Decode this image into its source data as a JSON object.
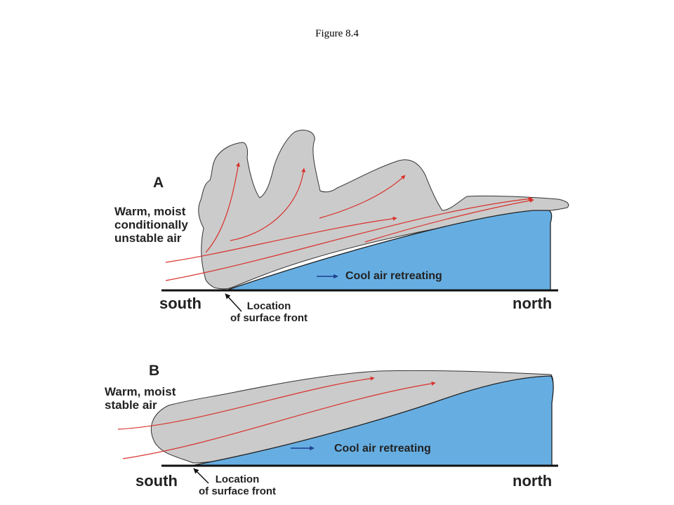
{
  "figure_title": "Figure 8.4",
  "panels": [
    {
      "letter": "A",
      "air_label": [
        "Warm, moist",
        "conditionally",
        "unstable air"
      ],
      "cool_air_label": "Cool air retreating",
      "south_label": "south",
      "north_label": "north",
      "front_label": [
        "Location",
        "of surface front"
      ]
    },
    {
      "letter": "B",
      "air_label": [
        "Warm, moist",
        "stable air"
      ],
      "cool_air_label": "Cool air retreating",
      "south_label": "south",
      "north_label": "north",
      "front_label": [
        "Location",
        "of surface front"
      ]
    }
  ],
  "colors": {
    "cloud": "#cbcbcb",
    "cold_air": "#66aee2",
    "warm_arrow": "#d9312b",
    "cool_arrow": "#1c3f8f",
    "ground": "#111111"
  }
}
